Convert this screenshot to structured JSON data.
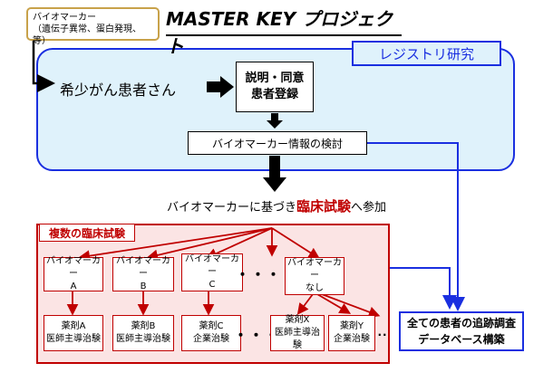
{
  "biomarker_note": {
    "line1": "バイオマーカー",
    "line2": "（遺伝子異常、蛋白発現、等）"
  },
  "project_title": "MASTER KEY プロジェクト",
  "registry": {
    "label": "レジストリ研究",
    "patient": "希少がん患者さん",
    "consent_line1": "説明・同意",
    "consent_line2": "患者登録",
    "evaluation": "バイオマーカー情報の検討"
  },
  "participate": {
    "prefix": "バイオマーカーに基づき",
    "highlight": "臨床試験",
    "suffix": "へ参加"
  },
  "trials": {
    "label": "複数の臨床試験",
    "biomarkers": [
      {
        "line1": "バイオマーカー",
        "line2": "A"
      },
      {
        "line1": "バイオマーカー",
        "line2": "B"
      },
      {
        "line1": "バイオマーカー",
        "line2": "C"
      },
      {
        "line1": "バイオマーカー",
        "line2": "なし"
      }
    ],
    "drugs": [
      {
        "line1": "薬剤A",
        "line2": "医師主導治験"
      },
      {
        "line1": "薬剤B",
        "line2": "医師主導治験"
      },
      {
        "line1": "薬剤C",
        "line2": "企業治験"
      },
      {
        "line1": "薬剤X",
        "line2": "医師主導治験"
      },
      {
        "line1": "薬剤Y",
        "line2": "企業治験"
      }
    ],
    "ellipsis": "・・・"
  },
  "followup": {
    "line1": "全ての患者の追跡調査",
    "line2": "データベース構築"
  },
  "colors": {
    "registry_blue": "#1a2fe0",
    "registry_fill": "#dff2fb",
    "trial_red": "#c00000",
    "trial_fill": "#fbe4e4"
  }
}
